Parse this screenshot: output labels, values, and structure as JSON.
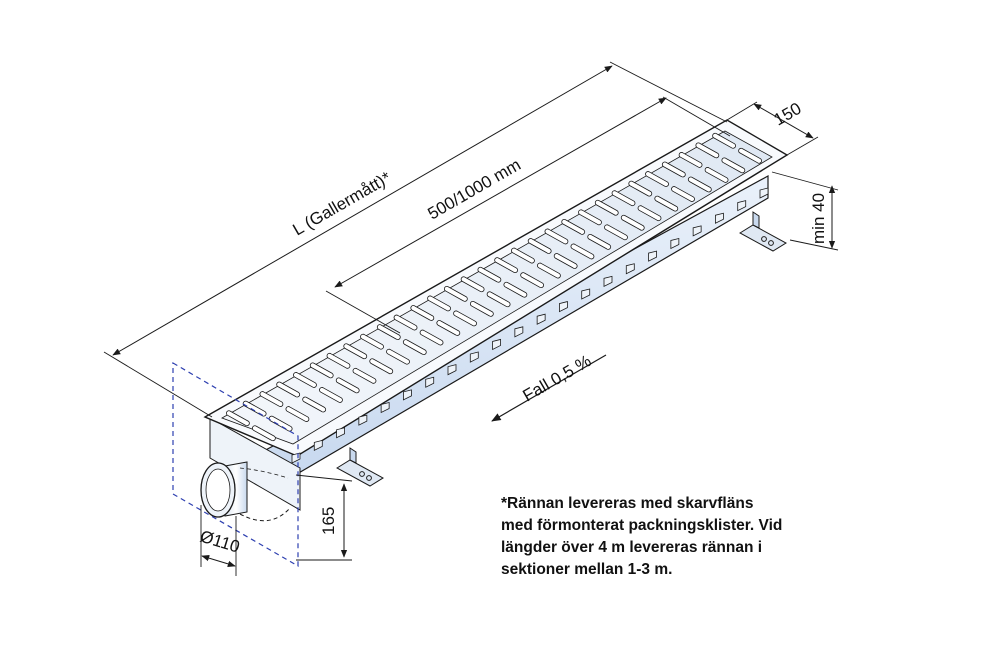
{
  "dimensions": {
    "length": "L (Gallermått)*",
    "outlet_spacing": "500/1000 mm",
    "width": "150",
    "min_height": "min 40",
    "fall": "Fall 0,5 %",
    "height": "165",
    "diameter": "Ø110"
  },
  "note": {
    "lines": [
      "*Rännan levereras med skarvfläns",
      "med förmonterat packningsklister. Vid",
      "längder över 4 m levereras rännan i",
      "sektioner mellan 1-3 m."
    ]
  },
  "colors": {
    "line": "#1a1a1a",
    "channel_light": "#f2f6fb",
    "channel_shade": "#c9d9ee",
    "dashed_outline": "#2d3fb0"
  }
}
